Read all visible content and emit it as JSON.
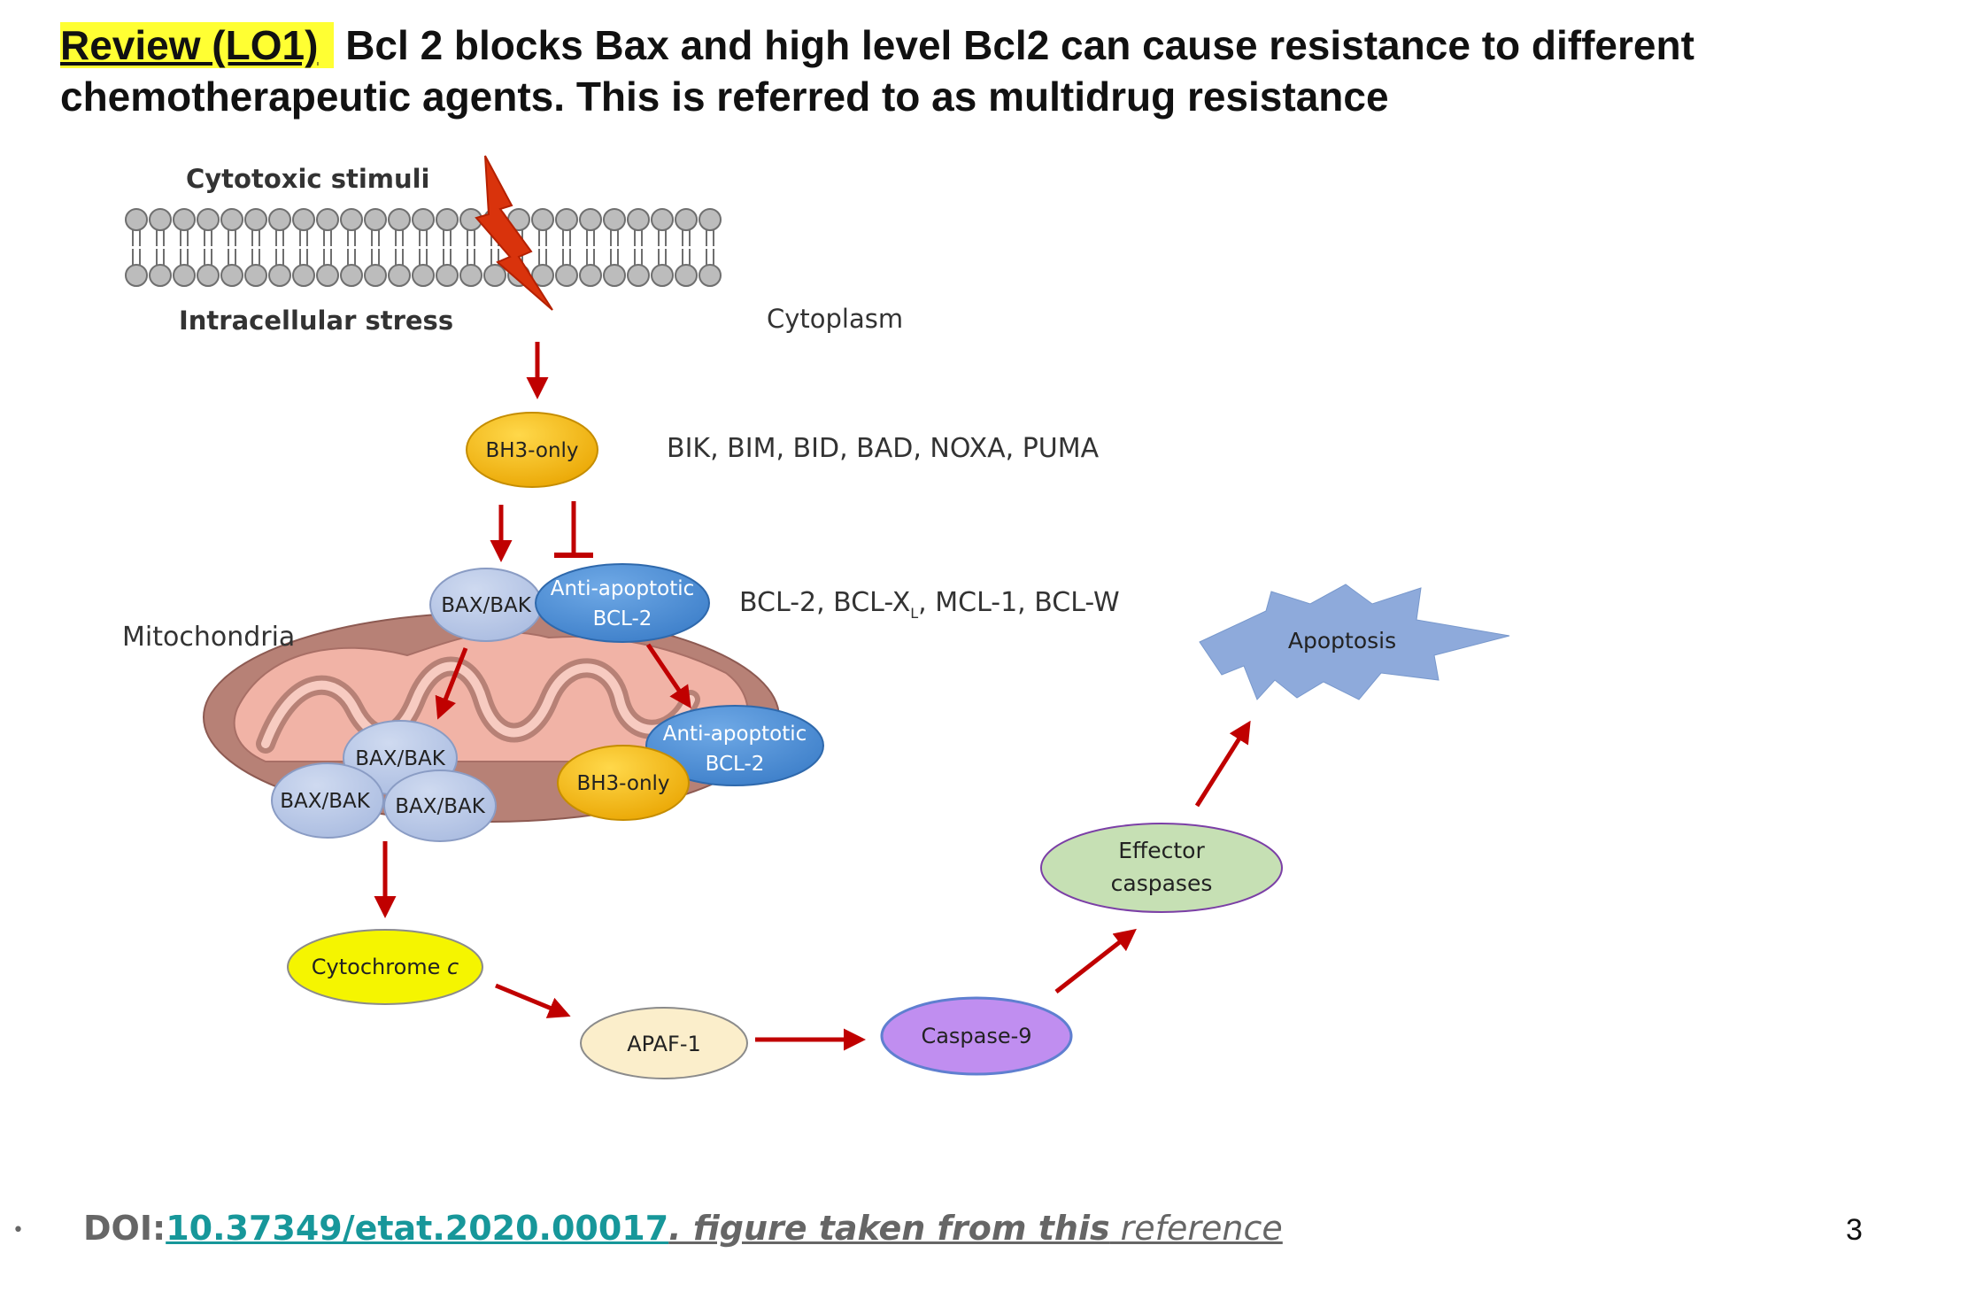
{
  "slide": {
    "title_highlight": "Review (LO1)",
    "title_line1": "Bcl 2 blocks Bax and high level Bcl2 can cause resistance to different",
    "title_line2": "chemotherapeutic agents.  This is referred to as multidrug resistance",
    "page_number": "3"
  },
  "figure": {
    "cytotoxic_stimuli": "Cytotoxic stimuli",
    "intracellular_stress": "Intracellular stress",
    "cytoplasm": "Cytoplasm",
    "mitochondria": "Mitochondria",
    "bh3_only": "BH3-only",
    "bh3_members": "BIK, BIM, BID, BAD, NOXA, PUMA",
    "bax_bak": "BAX/BAK",
    "anti_apoptotic_line1": "Anti-apoptotic",
    "anti_apoptotic_line2": "BCL-2",
    "bcl2_members_a": "BCL-2, BCL-X",
    "bcl2_members_sub": "L",
    "bcl2_members_b": ", MCL-1, BCL-W",
    "cytochrome": "Cytochrome ",
    "cytochrome_italic": "c",
    "apaf1": "APAF-1",
    "caspase9": "Caspase-9",
    "effector_line1": "Effector",
    "effector_line2": "caspases",
    "apoptosis": "Apoptosis",
    "colors": {
      "arrow": "#c00000",
      "bh3_yellow": "#f2b80a",
      "bax_blue": "#b7c6e4",
      "anti_blue": "#4a8fd6",
      "cytochrome_yellow": "#f5f500",
      "apaf_cream": "#fbeecb",
      "caspase_purple": "#c08ef0",
      "effector_green": "#c6e0b4",
      "apoptosis_blue": "#8eaadb",
      "mito_outer": "#b07a72",
      "mito_inner": "#f3b4a8"
    }
  },
  "footer": {
    "bullet": "•",
    "doi_label": "DOI:",
    "doi_link": "10.37349/etat.2020.00017",
    "taken_text": ".  figure taken from this",
    "reference_text": " reference"
  }
}
